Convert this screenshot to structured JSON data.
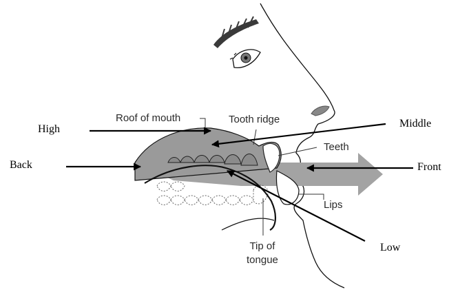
{
  "diagram": {
    "labels": {
      "roof_of_mouth": "Roof of mouth",
      "tooth_ridge": "Tooth ridge",
      "teeth": "Teeth",
      "lips": "Lips",
      "tip_of_tongue_line1": "Tip of",
      "tip_of_tongue_line2": "tongue"
    },
    "directions": {
      "high": "High",
      "back": "Back",
      "middle": "Middle",
      "front": "Front",
      "low": "Low"
    },
    "colors": {
      "outline": "#111111",
      "mouth_fill": "#9a9a9a",
      "airflow": "#a3a3a3",
      "arrow": "#000000",
      "eyebrow": "#3a3a3a"
    }
  }
}
